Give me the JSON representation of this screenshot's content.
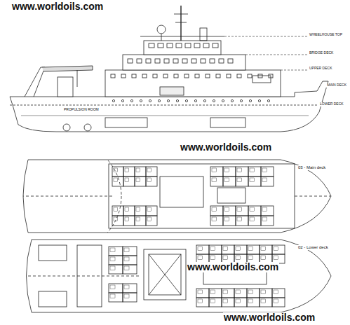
{
  "diagram": {
    "labels": [
      "www.worldoils.com",
      "WHEELHOUSE TOP",
      "BRIDGE DECK",
      "UPPER DECK",
      "MAIN DECK",
      "LOWER DECK",
      "PROPULSION ROOM",
      "www.worldoils.com",
      "03 - Main deck",
      "www.worldoils.com",
      "02 - Lower deck",
      "www.worldoils.com"
    ]
  }
}
